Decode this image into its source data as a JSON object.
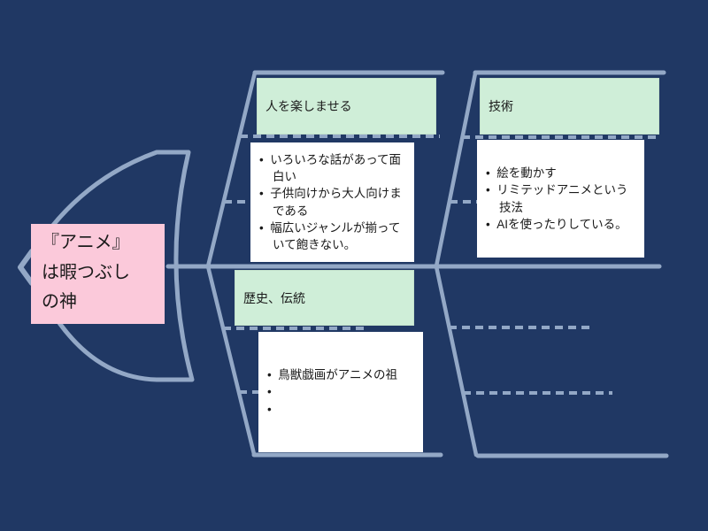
{
  "diagram_type": "fishbone",
  "head": {
    "text": "『アニメ』\nは暇つぶし\nの神"
  },
  "branches": [
    {
      "position": "top-left",
      "title": "人を楽しませる",
      "notes": [
        "いろいろな話があって面白い",
        "子供向けから大人向けまである",
        "幅広いジャンルが揃っていて飽きない。"
      ]
    },
    {
      "position": "top-right",
      "title": "技術",
      "notes": [
        "絵を動かす",
        "リミテッドアニメという技法",
        "AIを使ったりしている。"
      ]
    },
    {
      "position": "bottom-left",
      "title": "歴史、伝統",
      "notes": [
        "鳥獣戯画がアニメの祖",
        "",
        ""
      ]
    },
    {
      "position": "bottom-right",
      "title": "",
      "notes": []
    }
  ],
  "colors": {
    "background": "#203864",
    "line": "#93a8c6",
    "category_fill": "#cfeed8",
    "head_fill": "#fbc9da",
    "note_fill": "#ffffff",
    "text": "#1a1a1a"
  }
}
